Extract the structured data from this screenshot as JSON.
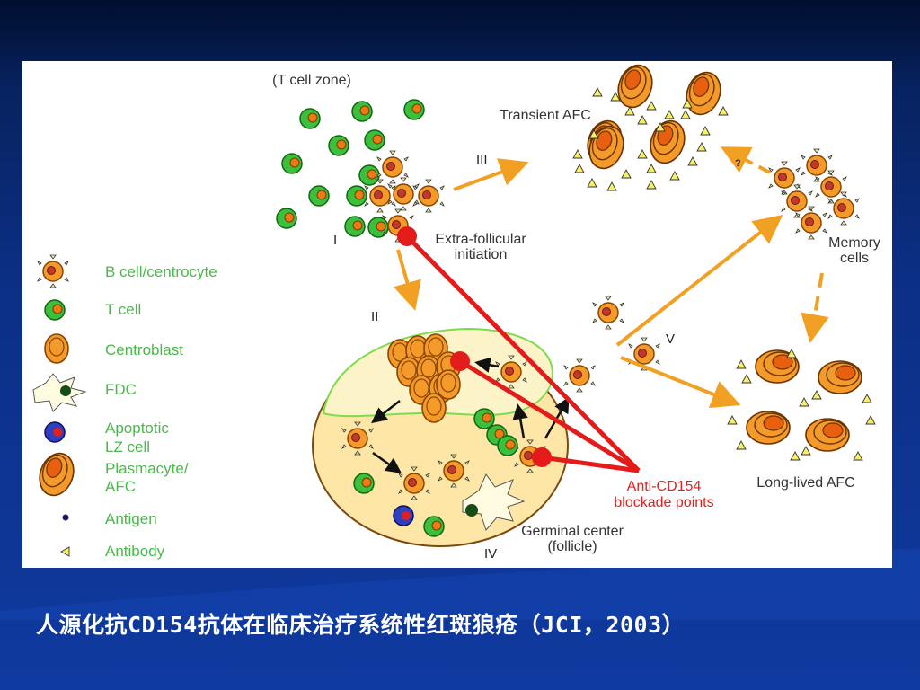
{
  "diagram": {
    "zone_label": "(T cell zone)",
    "stages": {
      "i": "I",
      "ii": "II",
      "iii": "III",
      "iv": "IV",
      "v": "V"
    },
    "labels": {
      "transient_afc": "Transient AFC",
      "extra_follicular_line1": "Extra-follicular",
      "extra_follicular_line2": "initiation",
      "memory_line1": "Memory",
      "memory_line2": "cells",
      "long_lived_afc": "Long-lived AFC",
      "germinal_center_line1": "Germinal center",
      "germinal_center_line2": "(follicle)",
      "blockade_line1": "Anti-CD154",
      "blockade_line2": "blockade points",
      "question_mark": "?"
    },
    "legend": [
      {
        "label_lines": [
          "B cell/centrocyte"
        ],
        "icon": "b-cell-icon"
      },
      {
        "label_lines": [
          "T cell"
        ],
        "icon": "t-cell-icon"
      },
      {
        "label_lines": [
          "Centroblast"
        ],
        "icon": "centroblast-icon"
      },
      {
        "label_lines": [
          "FDC"
        ],
        "icon": "fdc-icon"
      },
      {
        "label_lines": [
          "Apoptotic",
          "LZ cell"
        ],
        "icon": "apoptotic-cell-icon"
      },
      {
        "label_lines": [
          "Plasmacyte/",
          "AFC"
        ],
        "icon": "plasmacyte-icon"
      },
      {
        "label_lines": [
          "Antigen"
        ],
        "icon": "antigen-icon"
      },
      {
        "label_lines": [
          "Antibody"
        ],
        "icon": "antibody-icon"
      }
    ],
    "colors": {
      "t_cell_green": "#2db52d",
      "b_cell_orange": "#f08a1c",
      "arrow_orange": "#f2a024",
      "blockade_red": "#e41b1b",
      "legend_text": "#4bb84b",
      "gc_fill": "#fde6a6",
      "slide_blue": "#0f3aa0"
    }
  },
  "caption": "人源化抗CD154抗体在临床治疗系统性红斑狼疮（JCI，2003）"
}
